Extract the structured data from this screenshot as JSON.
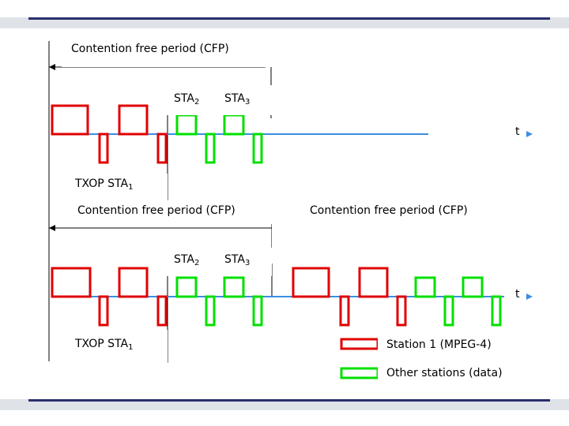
{
  "colors": {
    "station1": "#e00000",
    "other": "#00e000",
    "timeline": "#3c8ee0",
    "background": "#ffffff",
    "frame_band": "#d9dde3",
    "frame_rule": "#2a2f6b"
  },
  "top": {
    "cfp_label": "Contention free period (CFP)",
    "sta2_main": "STA",
    "sta2_sub": "2",
    "sta3_main": "STA",
    "sta3_sub": "3",
    "time_label": "t",
    "txop_main": "TXOP STA",
    "txop_sub": "1"
  },
  "bottom": {
    "cfp_label_1": "Contention free period (CFP)",
    "cfp_label_2": "Contention free period (CFP)",
    "sta2_main": "STA",
    "sta2_sub": "2",
    "sta3_main": "STA",
    "sta3_sub": "3",
    "time_label": "t",
    "txop_main": "TXOP STA",
    "txop_sub": "1"
  },
  "legend": {
    "station1": "Station 1 (MPEG-4)",
    "other": "Other stations (data)"
  }
}
